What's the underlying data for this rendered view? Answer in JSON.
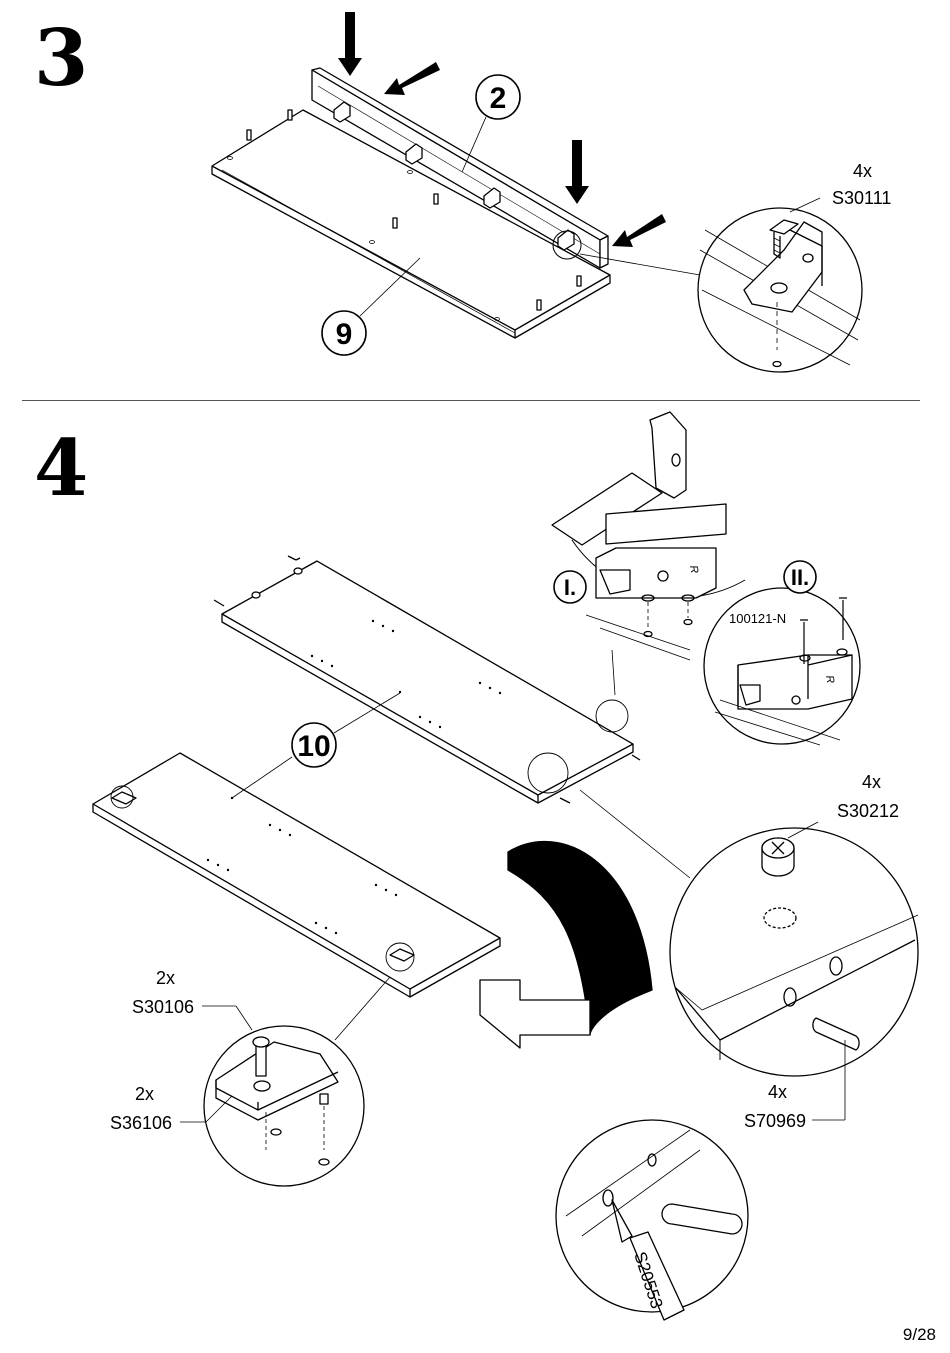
{
  "steps": [
    {
      "number": "3",
      "callouts": {
        "part_2": "2",
        "part_9": "9"
      },
      "hardware": [
        {
          "qty": "4x",
          "code": "S30111"
        }
      ]
    },
    {
      "number": "4",
      "callouts": {
        "part_10": "10",
        "roman_1": "I.",
        "roman_2": "II."
      },
      "hardware": [
        {
          "qty": "4x",
          "code": "S30212"
        },
        {
          "qty": "4x",
          "code": "S70969"
        },
        {
          "qty": "2x",
          "code": "S30106"
        },
        {
          "qty": "2x",
          "code": "S36106"
        }
      ],
      "connector_code": "100121-N",
      "glue_code": "S20553",
      "letter_r": "R"
    }
  ],
  "footer": {
    "page": "9/28"
  }
}
